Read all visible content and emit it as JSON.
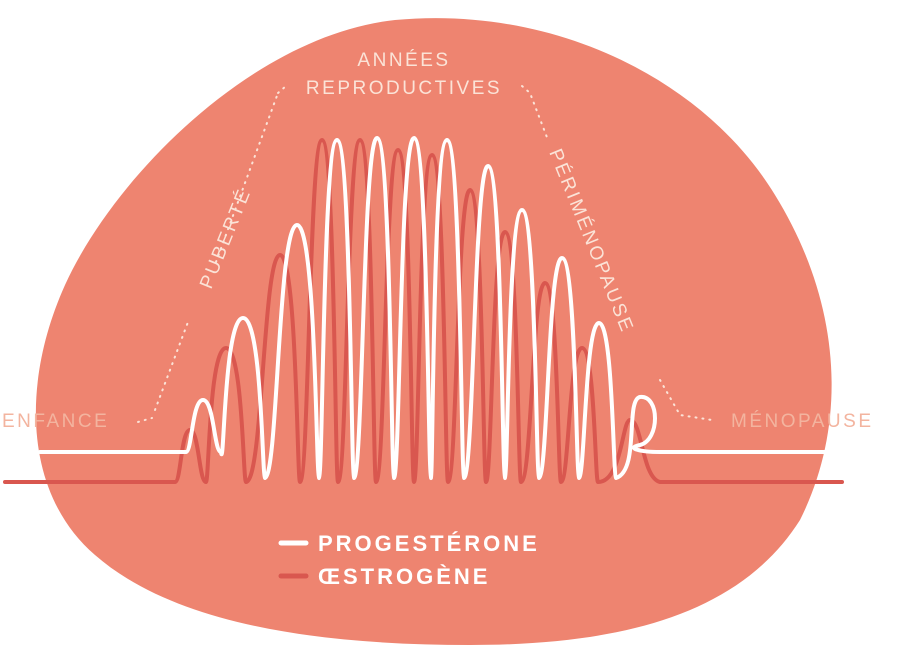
{
  "colors": {
    "blob": "#ee8470",
    "progesterone": "#ffffff",
    "estrogen": "#d9574f",
    "phase_label": "#fbe3d7",
    "outer_label": "#f3b49f"
  },
  "labels": {
    "enfance": "ENFANCE",
    "puberte": "PUBERTÉ",
    "annees_line1": "ANNÉES",
    "annees_line2": "REPRODUCTIVES",
    "perimenopause": "PÉRIMÉNOPAUSE",
    "menopause": "MÉNOPAUSE"
  },
  "legend": [
    {
      "name": "legend-progesterone",
      "label": "PROGESTÉRONE",
      "color_key": "progesterone"
    },
    {
      "name": "legend-estrogen",
      "label": "ŒSTROGÈNE",
      "color_key": "estrogen"
    }
  ]
}
